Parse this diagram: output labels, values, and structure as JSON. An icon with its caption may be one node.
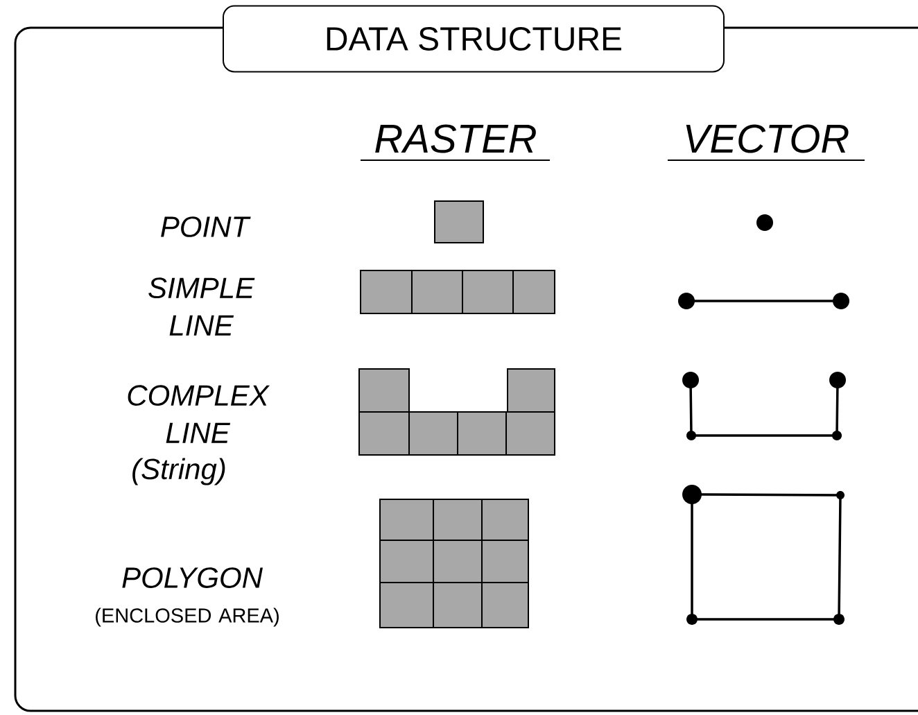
{
  "diagram": {
    "title": "DATA STRUCTURE",
    "labels": [
      "RASTER",
      "VECTOR",
      "POINT",
      "SIMPLE LINE",
      "COMPLEX LINE",
      "(String)",
      "POLYGON",
      "(ENCLOSED AREA)"
    ]
  }
}
